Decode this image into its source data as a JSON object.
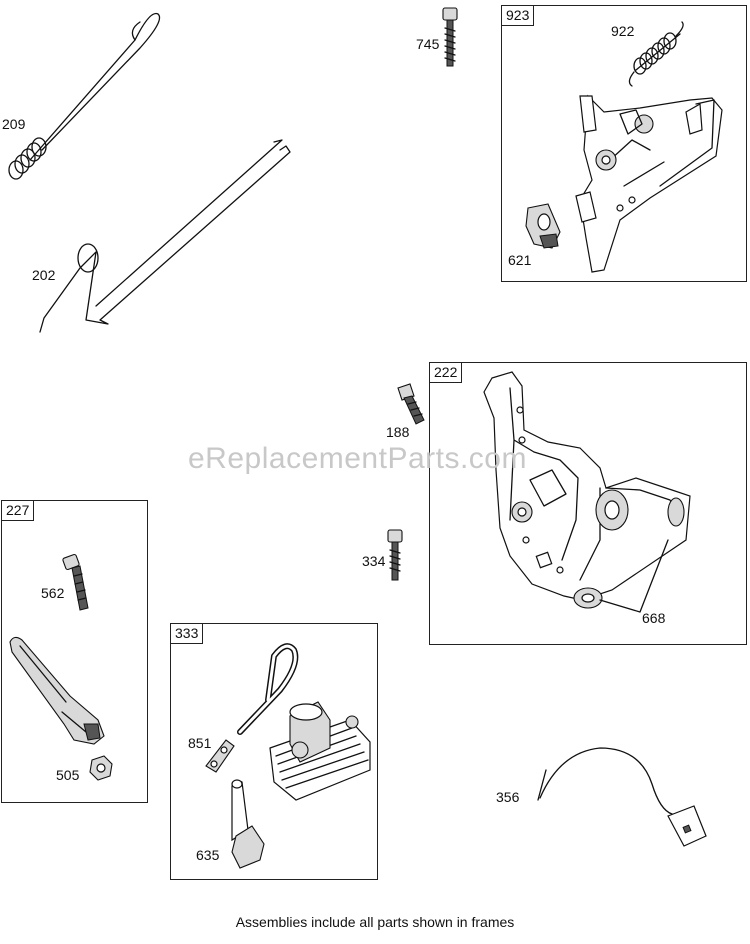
{
  "watermark": "eReplacementParts.com",
  "caption": "Assemblies include all parts shown in frames",
  "frames": {
    "f923": {
      "tag": "923"
    },
    "f222": {
      "tag": "222"
    },
    "f227": {
      "tag": "227"
    },
    "f333": {
      "tag": "333"
    }
  },
  "parts": {
    "p209": "209",
    "p202": "202",
    "p745": "745",
    "p922": "922",
    "p621": "621",
    "p188": "188",
    "p334": "334",
    "p668": "668",
    "p562": "562",
    "p505": "505",
    "p851": "851",
    "p635": "635",
    "p356": "356"
  }
}
